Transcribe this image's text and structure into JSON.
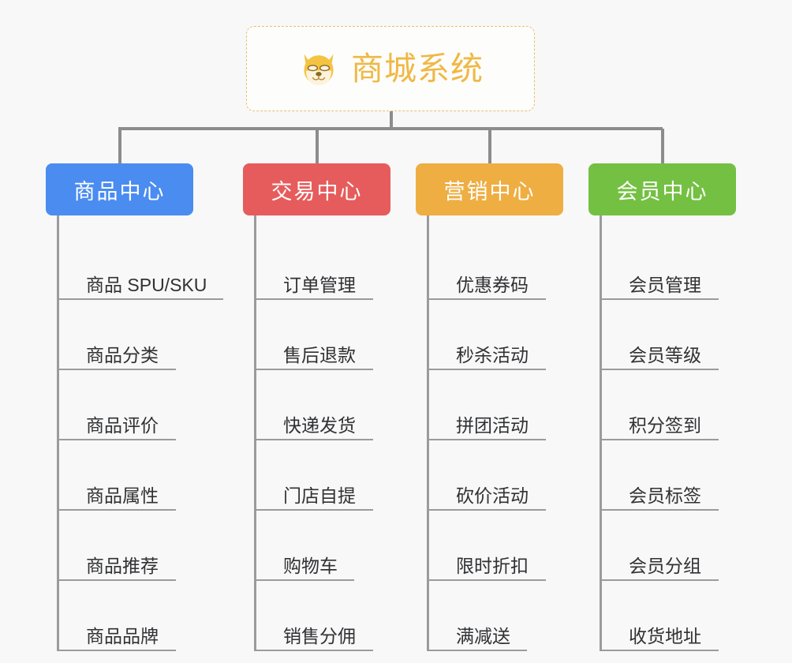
{
  "root": {
    "title": "商城系统",
    "icon": "shiba-dog-emoji",
    "title_color": "#f0b844",
    "border_color": "#e8c06a"
  },
  "theme": {
    "background": "#f8f8f8",
    "connector_color": "#8c8c8c",
    "leaf_line_color": "#9b9b9b",
    "leaf_text_color": "#303133"
  },
  "categories": [
    {
      "label": "商品中心",
      "color": "#4a8cf0",
      "items": [
        {
          "label": "商品 SPU/SKU",
          "underline_width": 208
        },
        {
          "label": "商品分类",
          "underline_width": 148
        },
        {
          "label": "商品评价",
          "underline_width": 148
        },
        {
          "label": "商品属性",
          "underline_width": 148
        },
        {
          "label": "商品推荐",
          "underline_width": 148
        },
        {
          "label": "商品品牌",
          "underline_width": 148
        }
      ]
    },
    {
      "label": "交易中心",
      "color": "#e65c5c",
      "items": [
        {
          "label": "订单管理",
          "underline_width": 148
        },
        {
          "label": "售后退款",
          "underline_width": 148
        },
        {
          "label": "快递发货",
          "underline_width": 148
        },
        {
          "label": "门店自提",
          "underline_width": 148
        },
        {
          "label": "购物车",
          "underline_width": 124
        },
        {
          "label": "销售分佣",
          "underline_width": 148
        }
      ]
    },
    {
      "label": "营销中心",
      "color": "#eeae42",
      "items": [
        {
          "label": "优惠券码",
          "underline_width": 148
        },
        {
          "label": "秒杀活动",
          "underline_width": 148
        },
        {
          "label": "拼团活动",
          "underline_width": 148
        },
        {
          "label": "砍价活动",
          "underline_width": 148
        },
        {
          "label": "限时折扣",
          "underline_width": 148
        },
        {
          "label": "满减送",
          "underline_width": 124
        }
      ]
    },
    {
      "label": "会员中心",
      "color": "#74c043",
      "items": [
        {
          "label": "会员管理",
          "underline_width": 148
        },
        {
          "label": "会员等级",
          "underline_width": 148
        },
        {
          "label": "积分签到",
          "underline_width": 148
        },
        {
          "label": "会员标签",
          "underline_width": 148
        },
        {
          "label": "会员分组",
          "underline_width": 148
        },
        {
          "label": "收货地址",
          "underline_width": 148
        }
      ]
    }
  ],
  "connector_drop_x": [
    150,
    400,
    619,
    838
  ]
}
